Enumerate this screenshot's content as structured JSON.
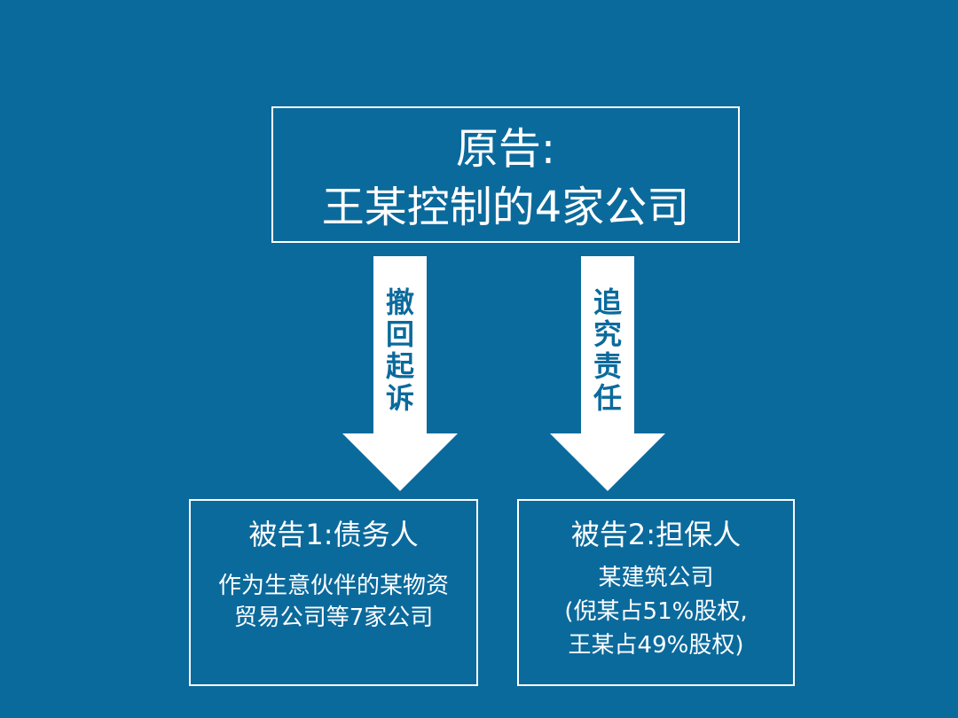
{
  "plaintiff": {
    "title": "原告:",
    "description": "王某控制的4家公司"
  },
  "arrows": {
    "left_label": "撤回起诉",
    "right_label": "追究责任"
  },
  "defendant1": {
    "title": "被告1:债务人",
    "lines": [
      "作为生意伙伴的某物资",
      "贸易公司等7家公司"
    ]
  },
  "defendant2": {
    "title": "被告2:担保人",
    "lines": [
      "某建筑公司",
      "(倪某占51%股权,",
      "王某占49%股权)"
    ]
  },
  "colors": {
    "background": "#0b6a9c",
    "foreground": "#ffffff"
  }
}
